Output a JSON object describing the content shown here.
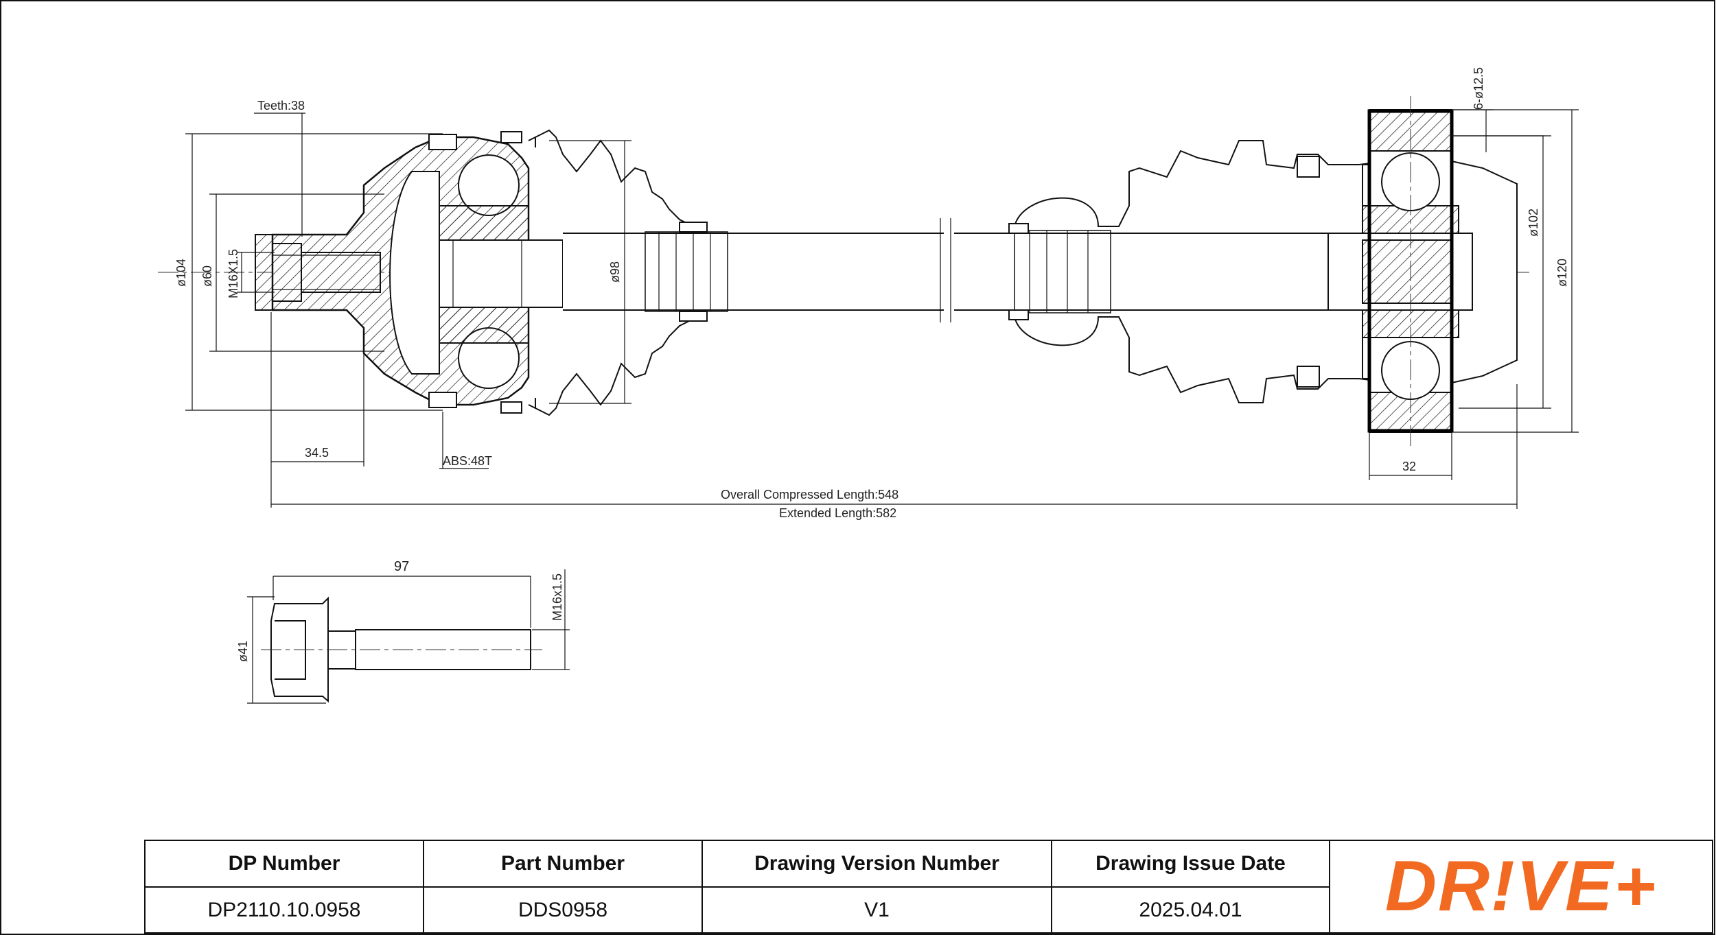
{
  "drawing": {
    "teeth_label": "Teeth:38",
    "abs_label": "ABS:48T",
    "dim_104": "ø104",
    "dim_60": "ø60",
    "dim_thread_left": "M16X1.5",
    "dim_98": "ø98",
    "dim_34_5": "34.5",
    "dim_holes": "6-ø12.5",
    "dim_102": "ø102",
    "dim_120": "ø120",
    "dim_32": "32",
    "overall_compressed": "Overall  Compressed  Length:548",
    "extended_length": "Extended  Length:582"
  },
  "bolt": {
    "dim_length": "97",
    "dim_thread": "M16x1.5",
    "dim_head": "ø41"
  },
  "title_block": {
    "headers": [
      "DP Number",
      "Part Number",
      "Drawing Version Number",
      "Drawing Issue Date"
    ],
    "values": [
      "DP2110.10.0958",
      "DDS0958",
      "V1",
      "2025.04.01"
    ],
    "logo_text": "DR!VE+",
    "logo_color": "#f26a21"
  }
}
